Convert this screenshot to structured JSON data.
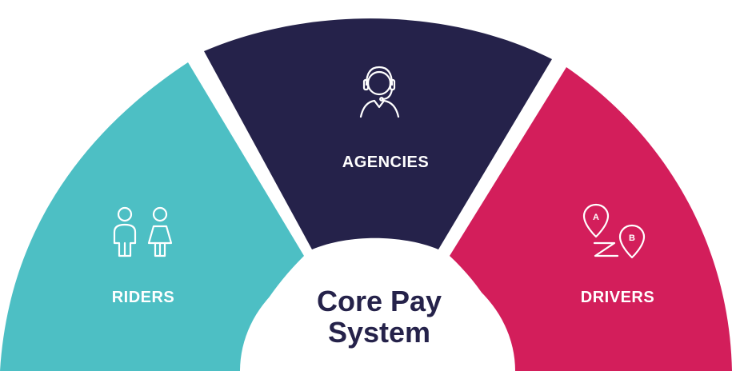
{
  "segments": {
    "riders": {
      "label": "RIDERS",
      "color": "#4dbfc4",
      "icon": "riders-icon"
    },
    "agencies": {
      "label": "AGENCIES",
      "color": "#25224a",
      "icon": "headset-agent-icon"
    },
    "drivers": {
      "label": "DRIVERS",
      "color": "#d31e5b",
      "icon": "route-a-to-b-icon"
    }
  },
  "center": {
    "line1": "Core Pay",
    "line2": "System",
    "color": "#25224a"
  },
  "route_icon": {
    "start": "A",
    "end": "B"
  }
}
